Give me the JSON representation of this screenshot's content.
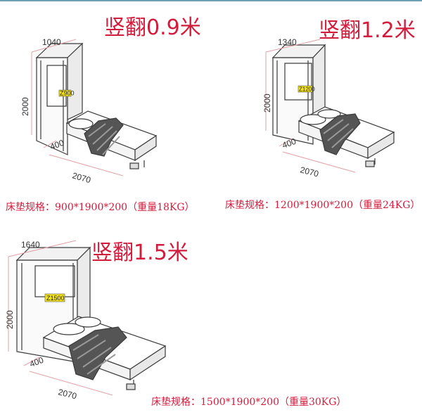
{
  "beds": [
    {
      "title": "竖翻0.9米",
      "width_dim": "1040",
      "height_dim": "2000",
      "depth_dim": "400",
      "length_dim": "2070",
      "model_tag": "Z900",
      "spec": "床垫规格：900*1900*200（重量18KG）"
    },
    {
      "title": "竖翻1.2米",
      "width_dim": "1340",
      "height_dim": "2000",
      "depth_dim": "400",
      "length_dim": "2070",
      "model_tag": "Z1200",
      "spec": "床垫规格：1200*1900*200（重量24KG）"
    },
    {
      "title": "竖翻1.5米",
      "width_dim": "1640",
      "height_dim": "2000",
      "depth_dim": "400",
      "length_dim": "2070",
      "model_tag": "Z1500",
      "spec": "床垫规格：1500*1900*200（重量30KG）"
    }
  ],
  "colors": {
    "title_red": "#d31c3c",
    "tag_yellow": "#f4e21c",
    "line": "#3a3a3a",
    "dim_pink": "#e2a0a6"
  }
}
